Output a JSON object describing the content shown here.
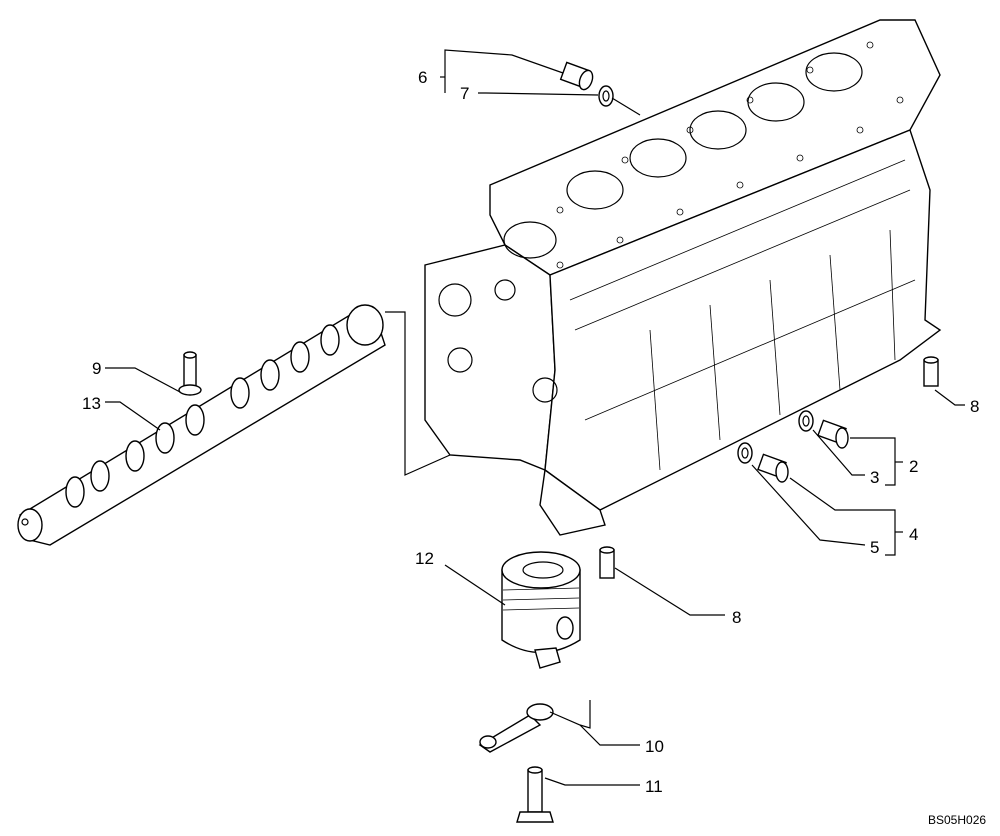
{
  "diagram": {
    "reference_code": "BS05H026",
    "callouts": [
      {
        "id": "c1",
        "label": "2"
      },
      {
        "id": "c2",
        "label": "3"
      },
      {
        "id": "c3",
        "label": "4"
      },
      {
        "id": "c4",
        "label": "5"
      },
      {
        "id": "c5",
        "label": "6"
      },
      {
        "id": "c6",
        "label": "7"
      },
      {
        "id": "c7",
        "label": "8"
      },
      {
        "id": "c8",
        "label": "8"
      },
      {
        "id": "c9",
        "label": "9"
      },
      {
        "id": "c10",
        "label": "10"
      },
      {
        "id": "c11",
        "label": "11"
      },
      {
        "id": "c12",
        "label": "12"
      },
      {
        "id": "c13",
        "label": "13"
      }
    ]
  }
}
